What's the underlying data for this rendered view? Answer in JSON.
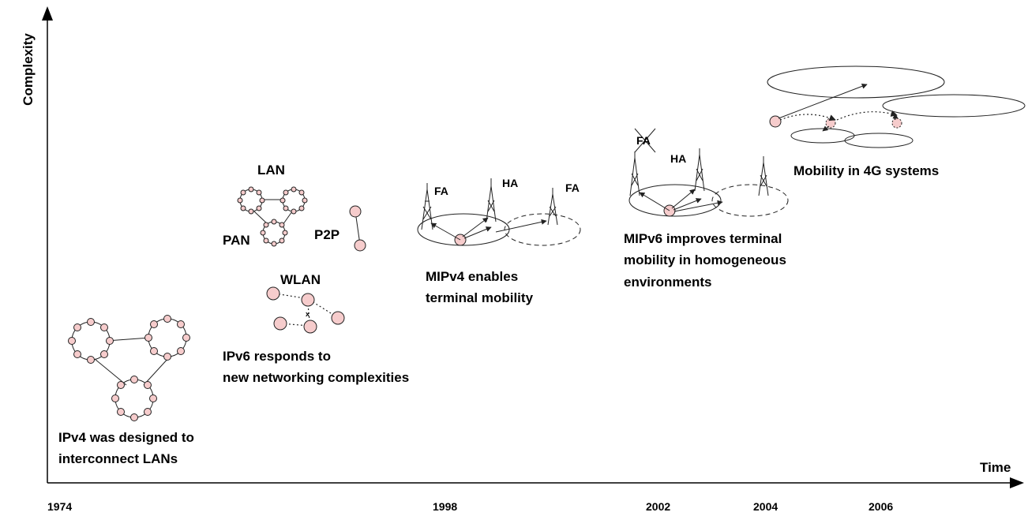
{
  "axes": {
    "y_label": "Complexity",
    "x_label": "Time",
    "years": [
      "1974",
      "1998",
      "2002",
      "2004",
      "2006"
    ]
  },
  "eras": {
    "ipv4": {
      "line1": "IPv4 was designed to",
      "line2": "interconnect LANs"
    },
    "ipv6": {
      "line1": "IPv6 responds to",
      "line2": "new networking complexities"
    },
    "mipv4": {
      "line1": "MIPv4 enables",
      "line2": "terminal mobility"
    },
    "mipv6": {
      "line1": "MIPv6 improves terminal",
      "line2": "mobility in homogeneous",
      "line3": "environments"
    },
    "g4": {
      "line1": "Mobility in 4G systems"
    }
  },
  "network_labels": {
    "lan": "LAN",
    "pan": "PAN",
    "p2p": "P2P",
    "wlan": "WLAN",
    "fa": "FA",
    "ha": "HA",
    "x": "x"
  },
  "colors": {
    "node_fill": "#f6cccc",
    "stroke": "#222222",
    "background": "#ffffff"
  }
}
